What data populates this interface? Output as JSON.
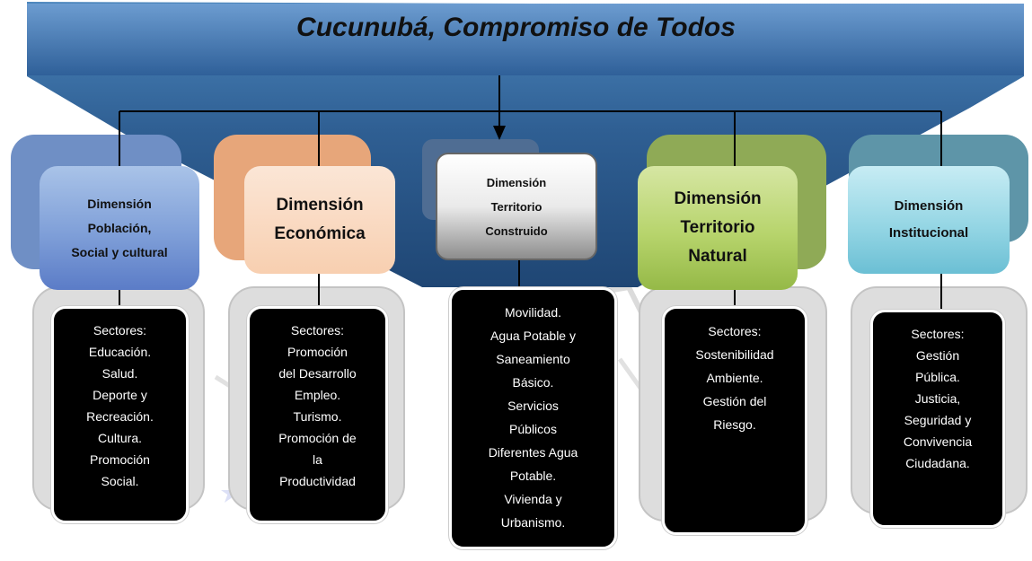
{
  "title": "Cucunubá, Compromiso de Todos",
  "dimensions": [
    {
      "lines": [
        "Dimensión",
        "Población,",
        "Social y cultural"
      ],
      "sectors": [
        "Sectores:",
        "Educación.",
        "Salud.",
        "Deporte y",
        "Recreación.",
        "Cultura.",
        "Promoción",
        "Social."
      ]
    },
    {
      "lines": [
        "Dimensión",
        "Económica"
      ],
      "sectors": [
        "Sectores:",
        "Promoción",
        "del Desarrollo",
        "Empleo.",
        "Turismo.",
        "Promoción de",
        "la",
        "Productividad"
      ]
    },
    {
      "lines": [
        "Dimensión",
        "Territorio",
        "Construido"
      ],
      "sectors": [
        "Movilidad.",
        "Agua Potable y",
        "Saneamiento",
        "Básico.",
        "Servicios",
        "Públicos",
        "Diferentes  Agua",
        "Potable.",
        "Vivienda y",
        "Urbanismo."
      ]
    },
    {
      "lines": [
        "Dimensión",
        "Territorio",
        "Natural"
      ],
      "sectors": [
        "Sectores:",
        "Sostenibilidad",
        "Ambiente.",
        "Gestión del",
        "Riesgo."
      ]
    },
    {
      "lines": [
        "Dimensión",
        "Institucional"
      ],
      "sectors": [
        "Sectores:",
        "Gestión",
        "Pública.",
        "Justicia,",
        "Seguridad y",
        "Convivencia",
        "Ciudadana."
      ]
    }
  ],
  "colors": {
    "banner": "#2e5c8e",
    "poblacion": "#7f9fd8",
    "economica": "#f8cfb0",
    "construido": "#d9d9d9",
    "natural": "#b7d46c",
    "institucional": "#91d4e3",
    "sector_panel": "#000000"
  }
}
